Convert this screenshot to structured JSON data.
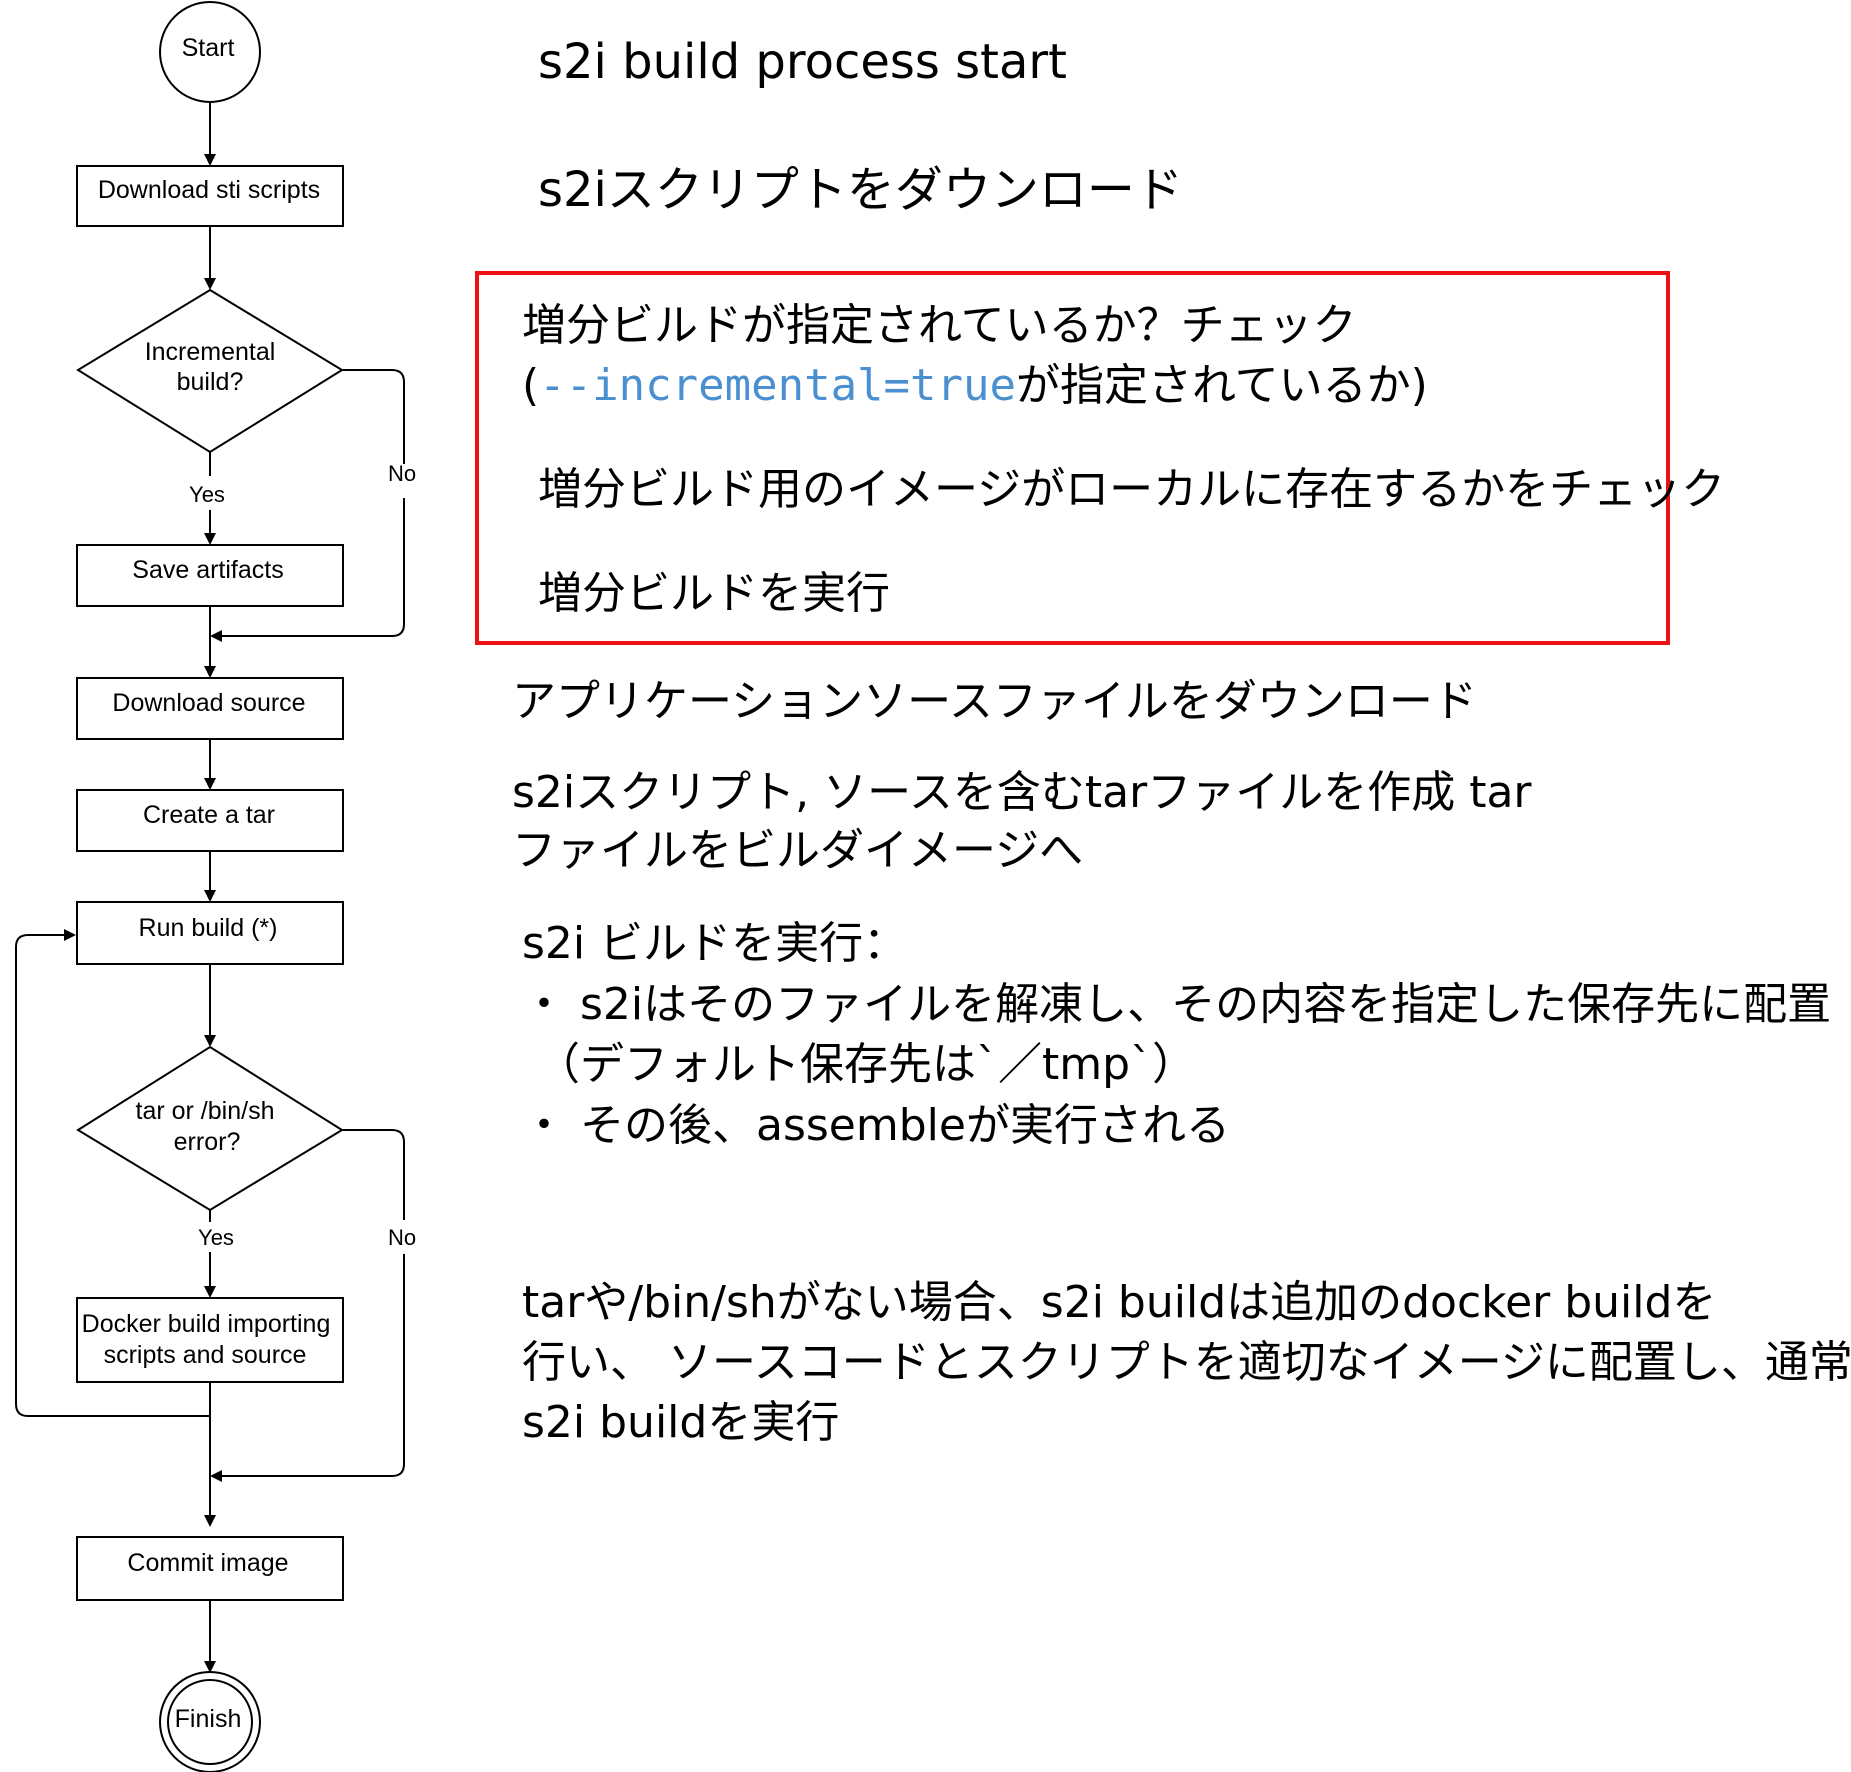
{
  "flowchart": {
    "start": "Start",
    "download_scripts": "Download sti scripts",
    "incremental_line1": "Incremental",
    "incremental_line2": "build?",
    "yes1": "Yes",
    "no1": "No",
    "save_artifacts": "Save artifacts",
    "download_source": "Download source",
    "create_tar": "Create a tar",
    "run_build": "Run build (*)",
    "error_line1": "tar or /bin/sh",
    "error_line2": "error?",
    "yes2": "Yes",
    "no2": "No",
    "docker_line1": "Docker build importing",
    "docker_line2": "scripts and source",
    "commit_image": "Commit image",
    "finish": "Finish"
  },
  "descriptions": {
    "start": "s2i build process start",
    "download": "s2iスクリプトをダウンロード",
    "incremental_check": "増分ビルドが指定されているか？チェック",
    "incremental_flag_open": "(",
    "incremental_flag_code": "--incremental=true",
    "incremental_flag_rest": "が指定されているか)",
    "image_check": "増分ビルド用のイメージがローカルに存在するかをチェック",
    "run_incremental": "増分ビルドを実行",
    "download_source": "アプリケーションソースファイルをダウンロード",
    "create_tar_line1": "s2iスクリプト, ソースを含むtarファイルを作成 tar",
    "create_tar_line2": "ファイルをビルダイメージへ",
    "run_build_line1": "s2i ビルドを実行：",
    "run_build_line2": "・ s2iはそのファイルを解凍し、その内容を指定した保存先に配置",
    "run_build_line3": "（デフォルト保存先は`／tmp`）",
    "run_build_line4": "・ その後、assembleが実行される",
    "fallback_line1": "tarや/bin/shがない場合、s2i buildは追加のdocker buildを",
    "fallback_line2": "行い、 ソースコードとスクリプトを適切なイメージに配置し、通常の",
    "fallback_line3": "s2i buildを実行"
  },
  "colors": {
    "highlight_border": "#ee1111",
    "code_text": "#4a8fd0",
    "stroke": "#000000"
  }
}
